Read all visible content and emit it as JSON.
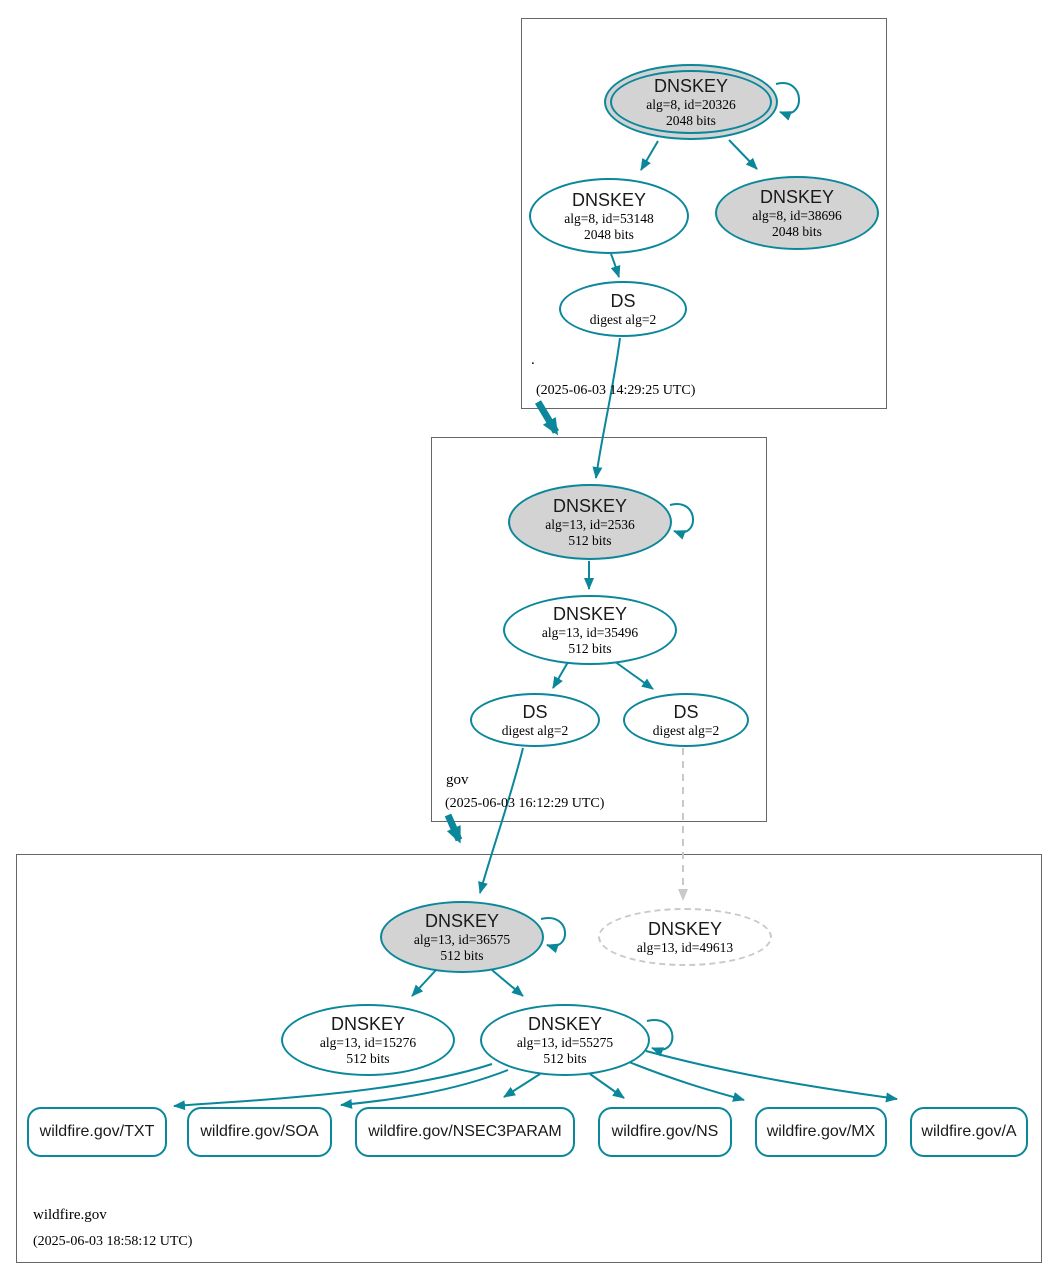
{
  "colors": {
    "secure_teal": "#0a879a",
    "key_fill_gray": "#d3d3d3",
    "missing_gray": "#c9c9c9"
  },
  "zones": {
    "root": {
      "name": ".",
      "timestamp": "(2025-06-03 14:29:25 UTC)",
      "nodes": {
        "ksk": {
          "title": "DNSKEY",
          "detail": "alg=8, id=20326",
          "bits": "2048 bits"
        },
        "zsk": {
          "title": "DNSKEY",
          "detail": "alg=8, id=53148",
          "bits": "2048 bits"
        },
        "key38696": {
          "title": "DNSKEY",
          "detail": "alg=8, id=38696",
          "bits": "2048 bits"
        },
        "ds": {
          "title": "DS",
          "detail": "digest alg=2"
        }
      }
    },
    "gov": {
      "name": "gov",
      "timestamp": "(2025-06-03 16:12:29 UTC)",
      "nodes": {
        "ksk": {
          "title": "DNSKEY",
          "detail": "alg=13, id=2536",
          "bits": "512 bits"
        },
        "zsk": {
          "title": "DNSKEY",
          "detail": "alg=13, id=35496",
          "bits": "512 bits"
        },
        "ds_left": {
          "title": "DS",
          "detail": "digest alg=2"
        },
        "ds_right": {
          "title": "DS",
          "detail": "digest alg=2"
        }
      }
    },
    "wildfire": {
      "name": "wildfire.gov",
      "timestamp": "(2025-06-03 18:58:12 UTC)",
      "nodes": {
        "ksk": {
          "title": "DNSKEY",
          "detail": "alg=13, id=36575",
          "bits": "512 bits"
        },
        "missing": {
          "title": "DNSKEY",
          "detail": "alg=13, id=49613"
        },
        "key15276": {
          "title": "DNSKEY",
          "detail": "alg=13, id=15276",
          "bits": "512 bits"
        },
        "zsk": {
          "title": "DNSKEY",
          "detail": "alg=13, id=55275",
          "bits": "512 bits"
        }
      },
      "rrsets": [
        {
          "label": "wildfire.gov/TXT"
        },
        {
          "label": "wildfire.gov/SOA"
        },
        {
          "label": "wildfire.gov/NSEC3PARAM"
        },
        {
          "label": "wildfire.gov/NS"
        },
        {
          "label": "wildfire.gov/MX"
        },
        {
          "label": "wildfire.gov/A"
        }
      ]
    }
  }
}
